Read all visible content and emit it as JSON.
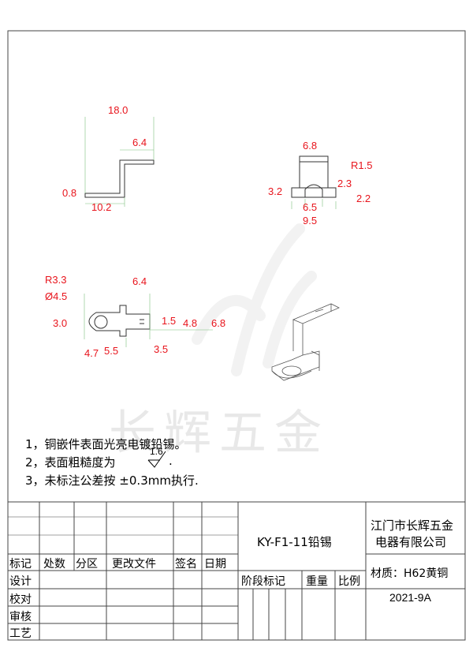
{
  "watermark": {
    "text": "长辉五金"
  },
  "top_view": {
    "d_18_0": "18.0",
    "d_6_4": "6.4",
    "d_0_8": "0.8",
    "d_10_2": "10.2"
  },
  "front_view": {
    "d_6_8": "6.8",
    "d_r1_5": "R1.5",
    "d_2_3": "2.3",
    "d_3_2": "3.2",
    "d_6_5": "6.5",
    "d_2_2": "2.2",
    "d_9_5": "9.5"
  },
  "plan_view": {
    "d_r3_3": "R3.3",
    "d_dia4_5": "Ø4.5",
    "d_6_4": "6.4",
    "d_3_0": "3.0",
    "d_1_5": "1.5",
    "d_4_8": "4.8",
    "d_6_8": "6.8",
    "d_4_7": "4.7",
    "d_5_5": "5.5",
    "d_3_5": "3.5"
  },
  "notes": [
    "1，铜嵌件表面光亮电镀铅锡。",
    "2，表面粗糙度为",
    "3，未标注公差按  ±0.3mm执行."
  ],
  "roughness": "1.6",
  "title_block": {
    "part_name": "KY-F1-11铅锡",
    "company_line1": "江门市长辉五金",
    "company_line2": "电器有限公司",
    "headers": [
      "标记",
      "处数",
      "分区",
      "更改文件",
      "签名",
      "日期"
    ],
    "stage_headers": [
      "阶段标记",
      "重量",
      "比例"
    ],
    "material": "材质：H62黄铜",
    "date": "2021-9A",
    "rows": [
      "设计",
      "校对",
      "审核",
      "工艺"
    ]
  }
}
